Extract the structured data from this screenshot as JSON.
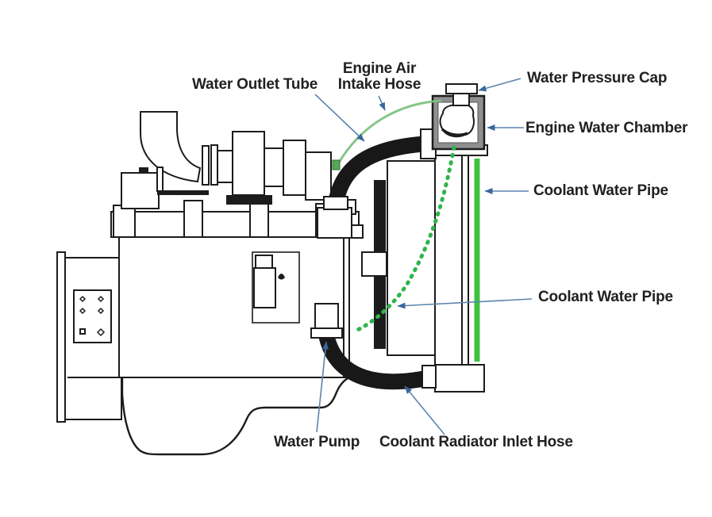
{
  "diagram": {
    "colors": {
      "line_art": "#1c1c1c",
      "hose_black": "#181818",
      "pipe_green": "#3fc13f",
      "dotted_green": "#2fb44b",
      "intake_green": "#7ec381",
      "arrow_blue": "#5c84ad",
      "arrow_head": "#38689e",
      "label_text": "#212121",
      "chamber_gray": "#8f8f8f",
      "background": "#ffffff"
    },
    "labels": {
      "water_outlet_tube": "Water Outlet Tube",
      "engine_air_intake_hose_line1": "Engine Air",
      "engine_air_intake_hose_line2": "Intake Hose",
      "water_pressure_cap": "Water Pressure Cap",
      "engine_water_chamber": "Engine Water Chamber",
      "coolant_water_pipe_upper": "Coolant Water Pipe",
      "coolant_water_pipe_lower": "Coolant Water Pipe",
      "water_pump": "Water Pump",
      "coolant_radiator_inlet_hose": "Coolant Radiator Inlet Hose"
    }
  }
}
